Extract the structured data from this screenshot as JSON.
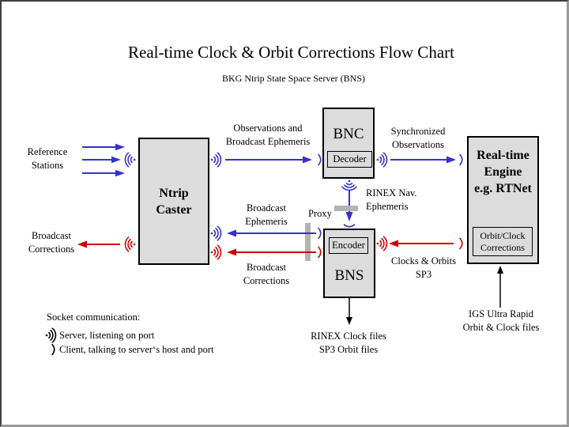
{
  "title": "Real-time Clock & Orbit Corrections Flow Chart",
  "subtitle": "BKG Ntrip State Space Server (BNS)",
  "nodes": {
    "caster": "Ntrip\nCaster",
    "bnc": "BNC",
    "decoder": "Decoder",
    "bns": "BNS",
    "encoder": "Encoder",
    "engine": "Real-time\nEngine\ne.g. RTNet",
    "orbit_clock": "Orbit/Clock\nCorrections"
  },
  "labels": {
    "reference_stations": "Reference\nStations",
    "broadcast_corrections_out": "Broadcast\nCorrections",
    "obs_broadcast_ephemeris": "Observations and\nBroadcast Ephemeris",
    "synchronized_observations": "Synchronized\nObservations",
    "rinex_nav_ephemeris": "RINEX Nav.\nEphemeris",
    "proxy": "Proxy",
    "broadcast_ephemeris": "Broadcast\nEphemeris",
    "broadcast_corrections_mid": "Broadcast\nCorrections",
    "clocks_orbits_sp3": "Clocks & Orbits\nSP3",
    "rinex_clock_files": "RINEX Clock files\nSP3 Orbit files",
    "igs_ultra_rapid": "IGS Ultra Rapid\nOrbit & Clock files"
  },
  "legend": {
    "heading": "Socket communication:",
    "server": "Server, listening on port",
    "client": "Client, talking to server‘s host and port"
  },
  "colors": {
    "blue": "#3232cd",
    "red": "#cc0000",
    "box_fill": "#dcdcdc",
    "bar_gray": "#b3b3b3"
  }
}
